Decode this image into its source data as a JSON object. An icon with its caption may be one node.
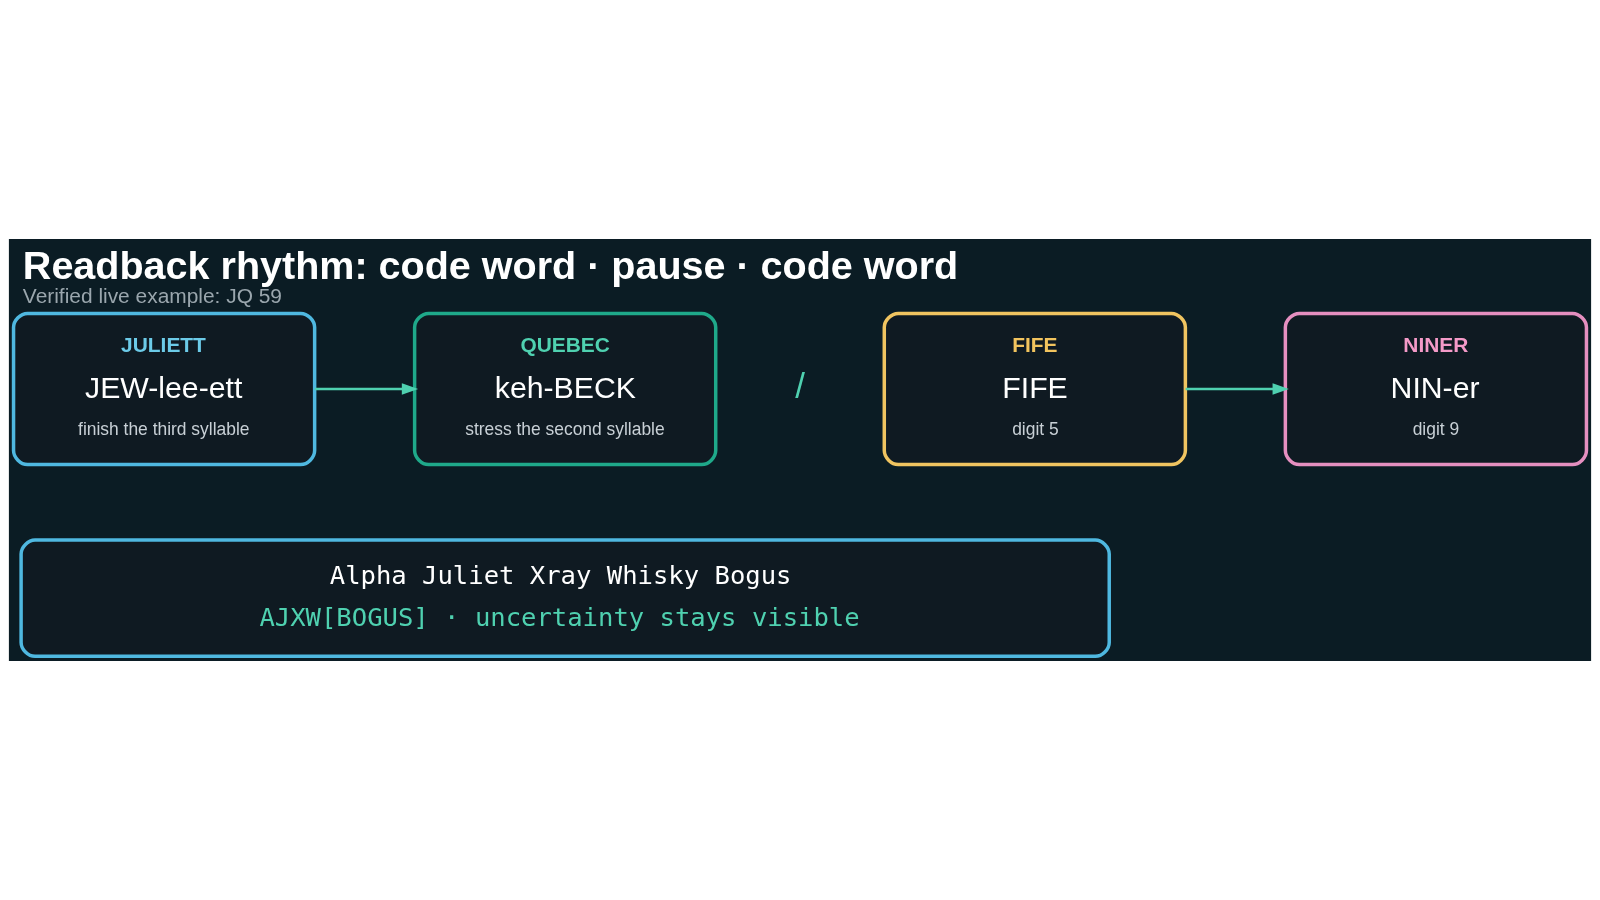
{
  "diagram": {
    "title": "Readback rhythm: code word · pause · code word",
    "caption": "Verified live example: JQ 59",
    "nodes": [
      {
        "text": [
          "JULIETT",
          "JEW-lee-ett",
          "finish the third syllable"
        ]
      },
      {
        "text": [
          "QUEBEC",
          "keh-BECK",
          "stress the second syllable"
        ]
      },
      {
        "text": [
          "FIFE",
          "FIFE",
          "digit 5"
        ]
      },
      {
        "text": [
          "NINER",
          "NIN-er",
          "digit 9"
        ]
      },
      {
        "text": [
          "Alpha Juliet Xray Whisky Bogus",
          "AJXW[BOGUS] · uncertainty stays visible"
        ]
      }
    ],
    "edges": [
      {
        "from": 0,
        "to": 1,
        "arrow": "to"
      },
      {
        "from": 2,
        "to": 3,
        "arrow": "to"
      }
    ],
    "labels": [
      "/"
    ]
  }
}
